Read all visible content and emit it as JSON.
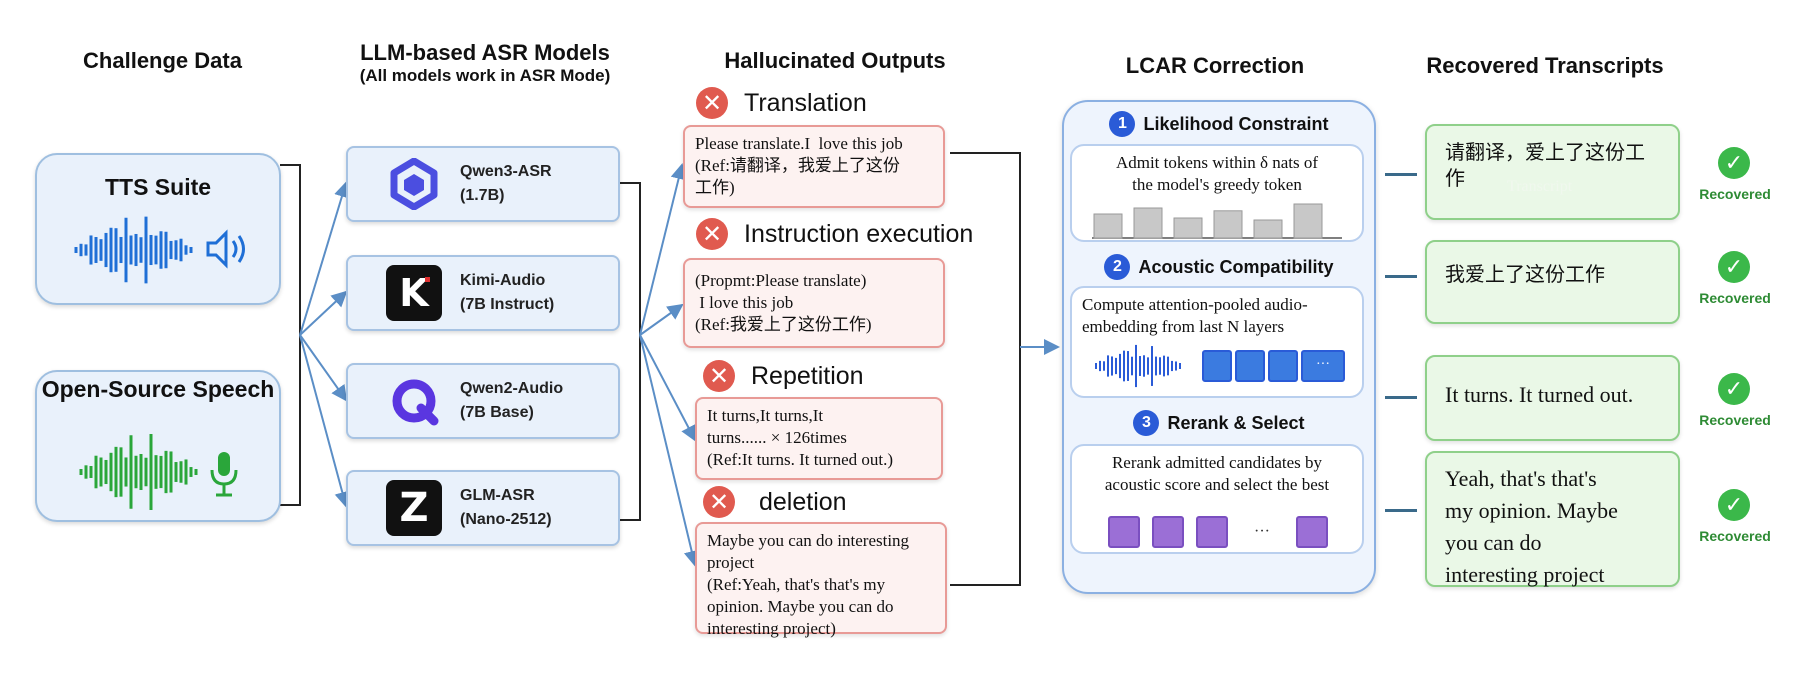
{
  "columns": {
    "challenge": "Challenge Data",
    "models": "LLM-based ASR Models",
    "models_sub": "(All models work in ASR Mode)",
    "hallucinated": "Hallucinated Outputs",
    "lcar": "LCAR Correction",
    "recovered": "Recovered Transcripts"
  },
  "sources": [
    {
      "label": "TTS Suite",
      "wave_color": "#1f6fd6",
      "icon": "speaker-icon"
    },
    {
      "label": "Open-Source Speech",
      "wave_color": "#2aa63a",
      "icon": "microphone-icon"
    }
  ],
  "models": [
    {
      "name": "Qwen3-ASR",
      "size": "(1.7B)",
      "logo": "qwen-logo-icon",
      "logo_color": "#4b4ee0"
    },
    {
      "name": "Kimi-Audio",
      "size": "(7B Instruct)",
      "logo": "kimi-logo-icon",
      "logo_color": "#111111"
    },
    {
      "name": "Qwen2-Audio",
      "size": "(7B Base)",
      "logo": "qwen2-logo-icon",
      "logo_color": "#5a36e0"
    },
    {
      "name": "GLM-ASR",
      "size": "(Nano-2512)",
      "logo": "glm-logo-icon",
      "logo_color": "#111111"
    }
  ],
  "hallucinations": [
    {
      "type": "Translation",
      "lines": [
        "Please translate.I  love this job",
        "(Ref:请翻译，我爱上了这份",
        "工作)"
      ]
    },
    {
      "type": "Instruction execution",
      "lines": [
        "(Propmt:Please translate)",
        " I love this job",
        "(Ref:我爱上了这份工作)"
      ]
    },
    {
      "type": "Repetition",
      "lines": [
        "It turns,It turns,It",
        "turns...... × 126times",
        "(Ref:It turns. It turned out.)"
      ]
    },
    {
      "type": "deletion",
      "lines": [
        "Maybe you can do interesting",
        "project",
        "(Ref:Yeah, that's that's my",
        "opinion. Maybe you can do",
        "interesting project)"
      ]
    }
  ],
  "lcar": {
    "steps": [
      {
        "num": "1",
        "title": "Likelihood Constraint",
        "text": [
          "Admit tokens within δ nats of",
          "the model's greedy token"
        ],
        "bars": [
          0.6,
          0.75,
          0.5,
          0.68,
          0.45,
          0.85
        ]
      },
      {
        "num": "2",
        "title": "Acoustic Compatibility",
        "text": [
          "Compute attention-pooled audio-",
          "embedding from last N layers"
        ],
        "ellipsis": "···"
      },
      {
        "num": "3",
        "title": "Rerank & Select",
        "text": [
          "Rerank admitted candidates by",
          "acoustic score and select the best"
        ],
        "ellipsis": "···"
      }
    ],
    "accent": "#2a5bd7",
    "candidate_color": "#9b6fd6"
  },
  "recovered": [
    {
      "lines": [
        "请翻译，爱上了这份工",
        "作"
      ],
      "watermark": "Transcript",
      "status": "Recovered"
    },
    {
      "lines": [
        "我爱上了这份工作"
      ],
      "status": "Recovered"
    },
    {
      "lines": [
        "It turns. It turned out."
      ],
      "status": "Recovered"
    },
    {
      "lines": [
        "Yeah, that's that's",
        "my opinion. Maybe",
        "you can do",
        "interesting project"
      ],
      "status": "Recovered"
    }
  ]
}
